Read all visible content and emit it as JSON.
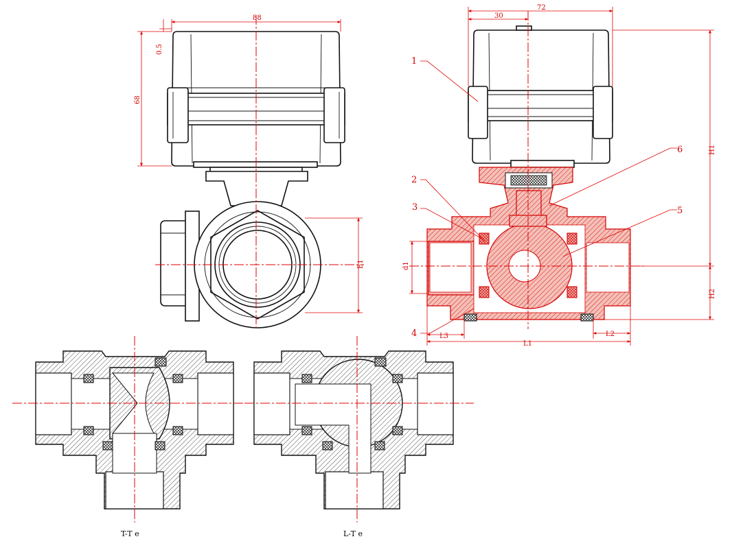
{
  "dimensions": {
    "top_width": "88",
    "gap": "0.5",
    "actuator_height": "68",
    "side_width": "72",
    "offset": "30",
    "h1": "H1",
    "h2": "H2",
    "e1": "E1",
    "d1": "d1",
    "l1": "L1",
    "l2": "L2",
    "l3": "L3"
  },
  "callouts": [
    "1",
    "2",
    "3",
    "4",
    "5",
    "6"
  ],
  "captions": {
    "t_type": "T-T   e",
    "l_type": "L-T   e"
  }
}
